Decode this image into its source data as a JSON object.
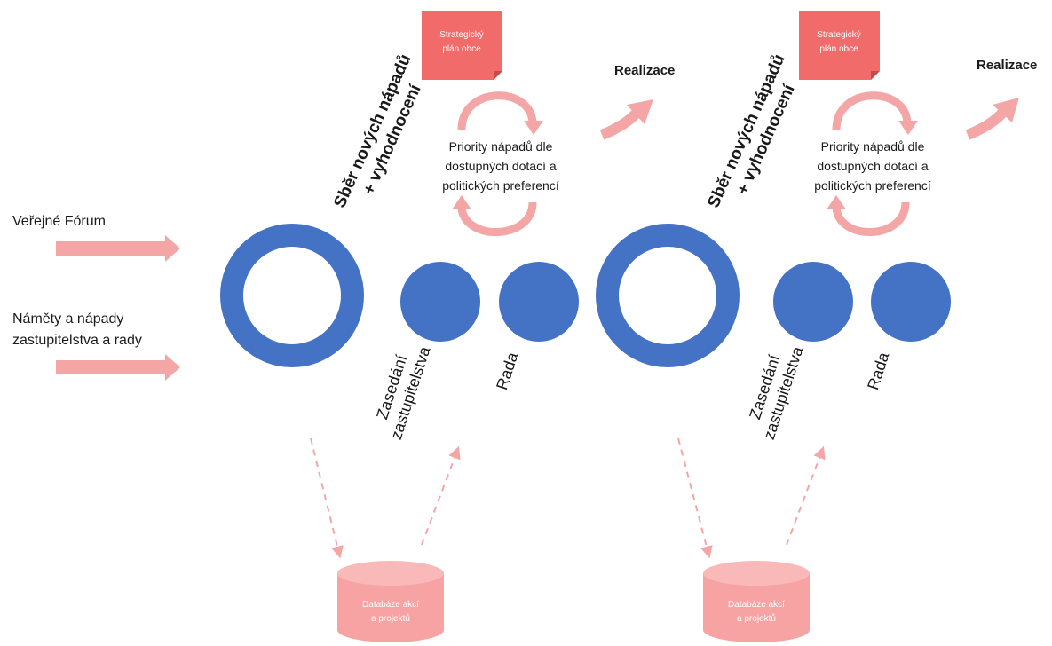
{
  "inputs": {
    "forum": "Veřejné Fórum",
    "ideas_line1": "Náměty a nápady",
    "ideas_line2": "zastupitelstva a rady"
  },
  "cycles": [
    {
      "collection_line1": "Sběr nových nápadů",
      "collection_line2": "+ vyhodnocení",
      "strategic_plan_line1": "Strategický",
      "strategic_plan_line2": "plán obce",
      "realization": "Realizace",
      "priorities_line1": "Priority nápadů dle",
      "priorities_line2": "dostupných dotací a",
      "priorities_line3": "politických preferencí",
      "council_line1": "Zasedání",
      "council_line2": "zastupitelstva",
      "board": "Rada",
      "database_line1": "Databáze akcí",
      "database_line2": "a projektů"
    },
    {
      "collection_line1": "Sběr nových nápadů",
      "collection_line2": "+ vyhodnocení",
      "strategic_plan_line1": "Strategický",
      "strategic_plan_line2": "plán obce",
      "realization": "Realizace",
      "priorities_line1": "Priority nápadů dle",
      "priorities_line2": "dostupných dotací a",
      "priorities_line3": "politických preferencí",
      "council_line1": "Zasedání",
      "council_line2": "zastupitelstva",
      "board": "Rada",
      "database_line1": "Databáze akcí",
      "database_line2": "a projektů"
    }
  ],
  "colors": {
    "ring": "#4472C4",
    "dot": "#4472C4",
    "arrow": "#F4A6A6",
    "arrow_dark": "#EE8C8C",
    "doc": "#F26B6B",
    "db": "#F7A3A3"
  }
}
